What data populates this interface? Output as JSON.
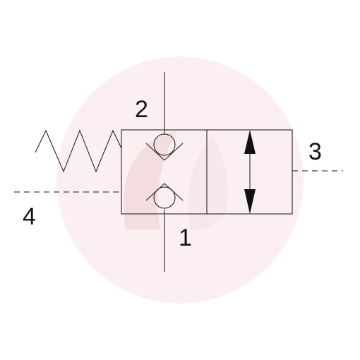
{
  "diagram": {
    "type": "hydraulic-valve-symbol",
    "watermark": "logo",
    "ports": {
      "port_1": "1",
      "port_2": "2",
      "port_3": "3",
      "port_4": "4"
    },
    "colors": {
      "line": "#111111",
      "watermark_fill": "#fbeff1",
      "watermark_accent": "#f4dde1"
    },
    "icons": [
      "spring-icon",
      "check-valve-icon",
      "check-valve-icon",
      "double-arrow-icon"
    ]
  }
}
